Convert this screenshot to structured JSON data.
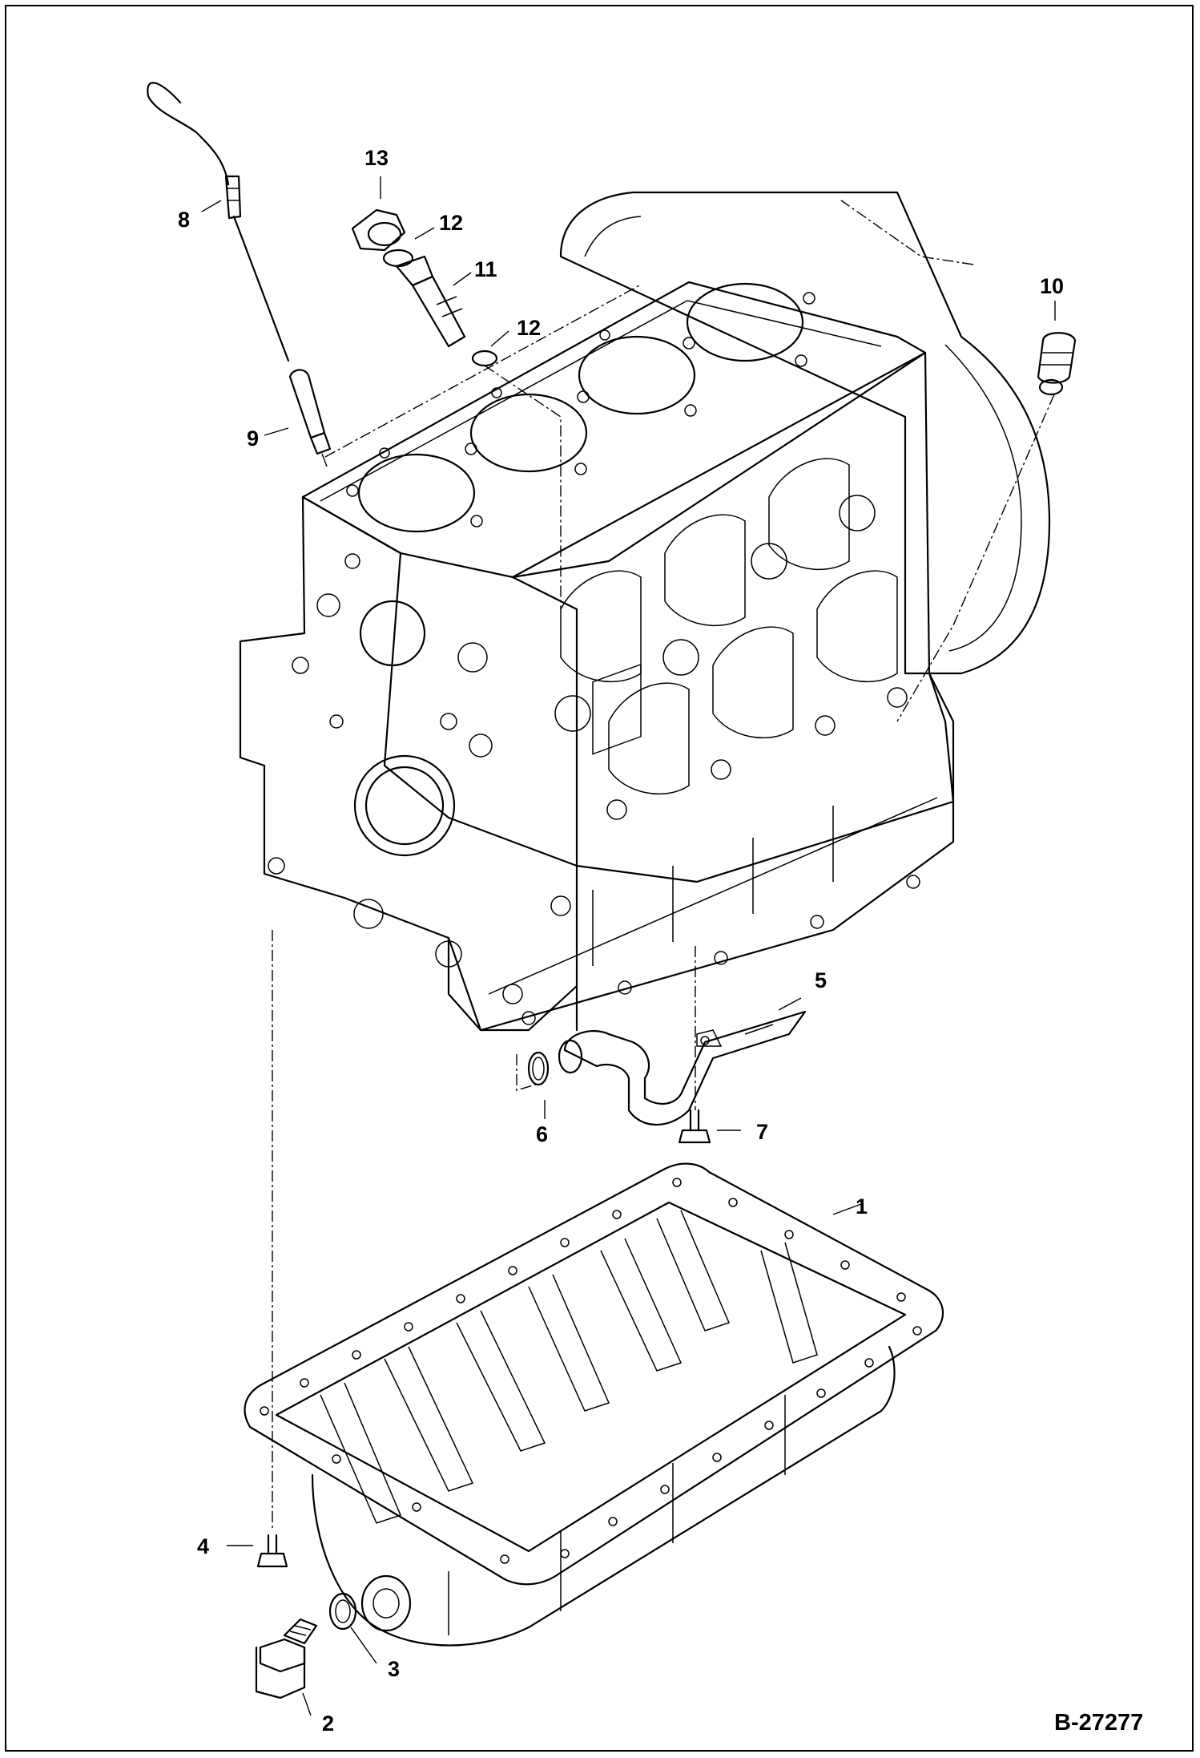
{
  "figure_code": "B-27277",
  "callouts": {
    "c1": "1",
    "c2": "2",
    "c3": "3",
    "c4": "4",
    "c5": "5",
    "c6": "6",
    "c7": "7",
    "c8": "8",
    "c9": "9",
    "c10": "10",
    "c11": "11",
    "c12a": "12",
    "c12b": "12",
    "c13": "13"
  },
  "colors": {
    "line": "#000000",
    "background": "#ffffff"
  }
}
